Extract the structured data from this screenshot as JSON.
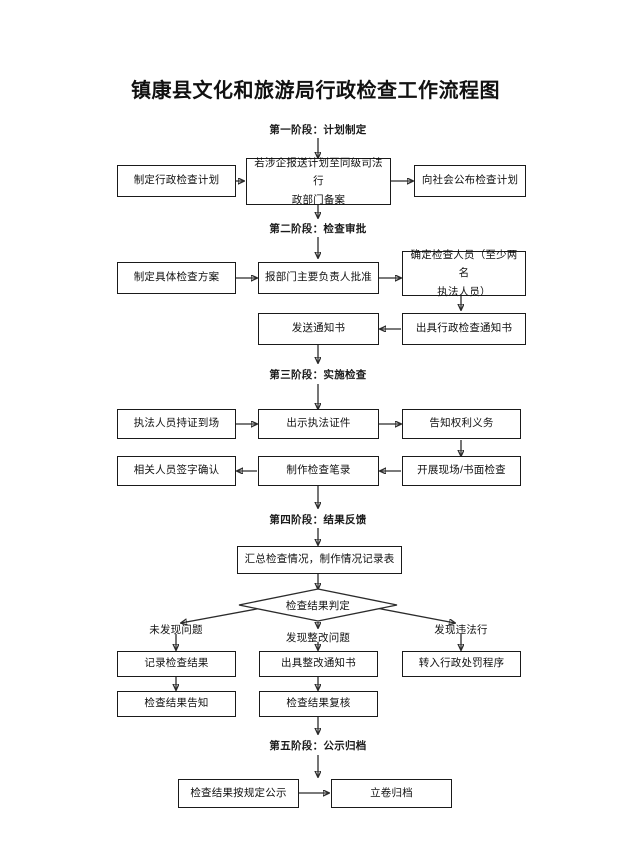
{
  "document": {
    "title": "镇康县文化和旅游局行政检查工作流程图"
  },
  "stages": [
    {
      "id": "stage1",
      "label": "第一阶段：计划制定"
    },
    {
      "id": "stage2",
      "label": "第二阶段：检查审批"
    },
    {
      "id": "stage3",
      "label": "第三阶段：实施检查"
    },
    {
      "id": "stage4",
      "label": "第四阶段：结果反馈"
    },
    {
      "id": "stage5",
      "label": "第五阶段：公示归档"
    }
  ],
  "nodes": {
    "s1_plan": "制定行政检查计划",
    "s1_filing_line1": "若涉企报送计划至同级司法行",
    "s1_filing_line2": "政部门备案",
    "s1_publish": "向社会公布检查计划",
    "s2_scheme": "制定具体检查方案",
    "s2_approval": "报部门主要负责人批准",
    "s2_personnel_line1": "确定检查人员（至少两名",
    "s2_personnel_line2": "执法人员）",
    "s2_notice_issue": "出具行政检查通知书",
    "s2_notice_send": "发送通知书",
    "s3_arrive": "执法人员持证到场",
    "s3_show_credential": "出示执法证件",
    "s3_inform_rights": "告知权利义务",
    "s3_conduct": "开展现场/书面检查",
    "s3_record": "制作检查笔录",
    "s3_sign": "相关人员签字确认",
    "s4_summary": "汇总检查情况，制作情况记录表",
    "s4_decision": "检查结果判定",
    "s4_branch_none": "未发现问题",
    "s4_branch_rectify": "发现整改问题",
    "s4_branch_illegal": "发现违法行",
    "s4_record_result": "记录检查结果",
    "s4_issue_rectify": "出具整改通知书",
    "s4_to_penalty": "转入行政处罚程序",
    "s4_inform_result": "检查结果告知",
    "s4_review_result": "检查结果复核",
    "s5_publicize": "检查结果按规定公示",
    "s5_archive": "立卷归档"
  },
  "chart_data": {
    "type": "diagram",
    "diagram_kind": "flowchart",
    "title": "镇康县文化和旅游局行政检查工作流程图",
    "orientation": "top-to-bottom",
    "stage_count": 5,
    "stages": [
      {
        "label": "第一阶段：计划制定",
        "nodes": [
          "制定行政检查计划",
          "若涉企报送计划至同级司法行政部门备案",
          "向社会公布检查计划"
        ],
        "edges": [
          {
            "from": "制定行政检查计划",
            "to": "若涉企报送计划至同级司法行政部门备案",
            "direction": "right"
          },
          {
            "from": "若涉企报送计划至同级司法行政部门备案",
            "to": "向社会公布检查计划",
            "direction": "right"
          }
        ]
      },
      {
        "label": "第二阶段：检查审批",
        "nodes": [
          "制定具体检查方案",
          "报部门主要负责人批准",
          "确定检查人员（至少两名执法人员）",
          "出具行政检查通知书",
          "发送通知书"
        ],
        "edges": [
          {
            "from": "制定具体检查方案",
            "to": "报部门主要负责人批准",
            "direction": "right"
          },
          {
            "from": "报部门主要负责人批准",
            "to": "确定检查人员（至少两名执法人员）",
            "direction": "right"
          },
          {
            "from": "确定检查人员（至少两名执法人员）",
            "to": "出具行政检查通知书",
            "direction": "down"
          },
          {
            "from": "出具行政检查通知书",
            "to": "发送通知书",
            "direction": "left"
          }
        ]
      },
      {
        "label": "第三阶段：实施检查",
        "nodes": [
          "执法人员持证到场",
          "出示执法证件",
          "告知权利义务",
          "开展现场/书面检查",
          "制作检查笔录",
          "相关人员签字确认"
        ],
        "edges": [
          {
            "from": "执法人员持证到场",
            "to": "出示执法证件",
            "direction": "right"
          },
          {
            "from": "出示执法证件",
            "to": "告知权利义务",
            "direction": "right"
          },
          {
            "from": "告知权利义务",
            "to": "开展现场/书面检查",
            "direction": "down"
          },
          {
            "from": "开展现场/书面检查",
            "to": "制作检查笔录",
            "direction": "left"
          },
          {
            "from": "制作检查笔录",
            "to": "相关人员签字确认",
            "direction": "left"
          }
        ]
      },
      {
        "label": "第四阶段：结果反馈",
        "nodes": [
          "汇总检查情况，制作情况记录表",
          "检查结果判定",
          "记录检查结果",
          "出具整改通知书",
          "转入行政处罚程序",
          "检查结果告知",
          "检查结果复核"
        ],
        "decision": {
          "label": "检查结果判定",
          "branches": [
            {
              "condition": "未发现问题",
              "targets": [
                "记录检查结果",
                "检查结果告知"
              ]
            },
            {
              "condition": "发现整改问题",
              "targets": [
                "出具整改通知书",
                "检查结果复核"
              ]
            },
            {
              "condition": "发现违法行",
              "targets": [
                "转入行政处罚程序"
              ]
            }
          ]
        }
      },
      {
        "label": "第五阶段：公示归档",
        "nodes": [
          "检查结果按规定公示",
          "立卷归档"
        ],
        "edges": [
          {
            "from": "检查结果按规定公示",
            "to": "立卷归档",
            "direction": "right"
          }
        ]
      }
    ],
    "colors": {
      "stroke": "#2b2b2b",
      "fill": "#ffffff",
      "text": "#111111"
    }
  }
}
